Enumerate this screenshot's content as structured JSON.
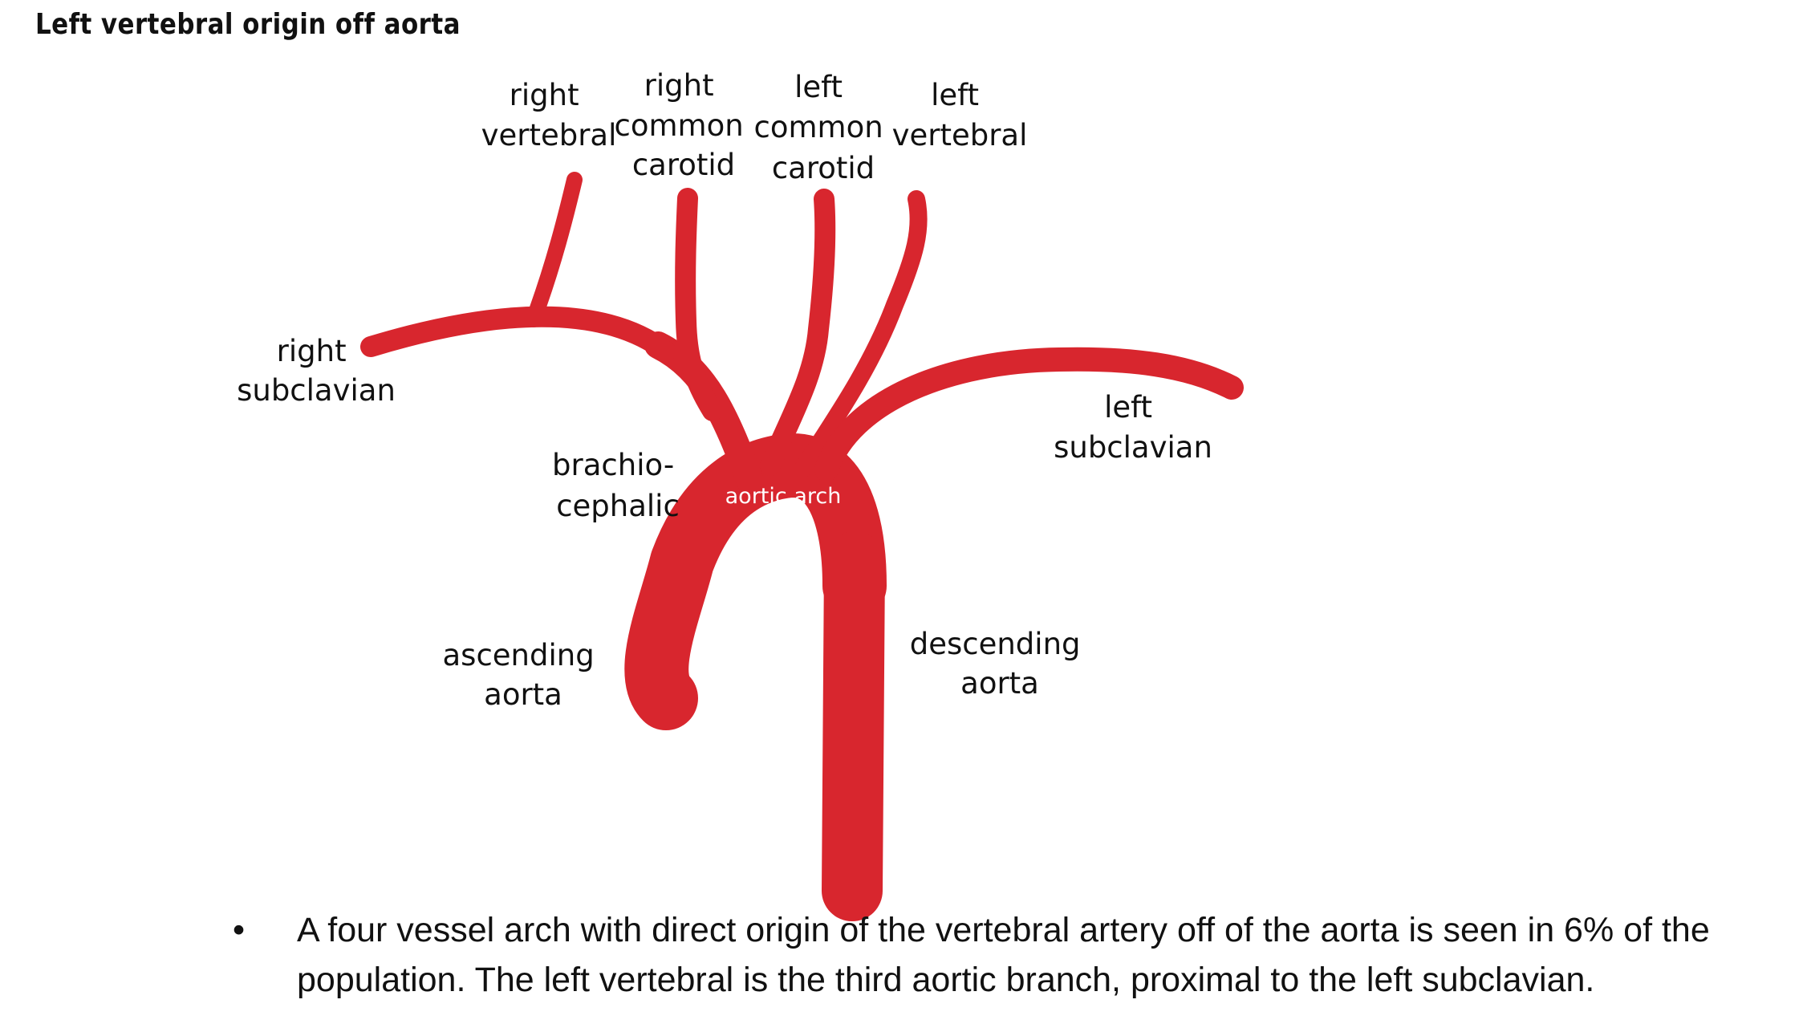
{
  "title": "Left vertebral origin off aorta",
  "colors": {
    "vessel": "#d8262e",
    "text": "#111111",
    "background": "#ffffff"
  },
  "labels": {
    "right_vertebral": [
      "right",
      "vertebral"
    ],
    "right_common_carotid": [
      "right",
      "common",
      "carotid"
    ],
    "left_common_carotid": [
      "left",
      "common",
      "carotid"
    ],
    "left_vertebral": [
      "left",
      "vertebral"
    ],
    "right_subclavian": [
      "right",
      "subclavian"
    ],
    "left_subclavian": [
      "left",
      "subclavian"
    ],
    "brachiocephalic": [
      "brachio-",
      "cephalic"
    ],
    "aortic_arch": "aortic arch",
    "ascending_aorta": [
      "ascending",
      "aorta"
    ],
    "descending_aorta": [
      "descending",
      "aorta"
    ]
  },
  "note": {
    "bullet": "•",
    "text": "A four vessel arch with direct origin of the vertebral artery off of the aorta is seen in 6% of the population. The left vertebral is the third aortic branch, proximal to the left subclavian."
  }
}
